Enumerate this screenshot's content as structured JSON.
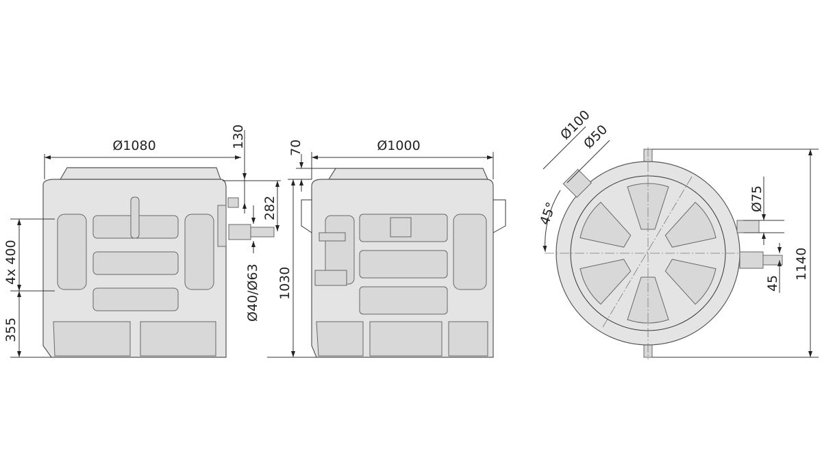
{
  "views": {
    "side_left": {
      "diameter": "Ø1080",
      "top_offset": "130",
      "inlet_height": "282",
      "pipe_diameter": "Ø40/Ø63",
      "rib_spacing": "4x 400",
      "base_height": "355"
    },
    "side_front": {
      "lid_height": "70",
      "diameter": "Ø1000",
      "total_height": "1030"
    },
    "top": {
      "inlet_outer": "Ø100",
      "inlet_inner": "Ø50",
      "angle": "45°",
      "outlet_diameter": "Ø75",
      "offset": "45",
      "total_width": "1140"
    }
  },
  "colors": {
    "body": "#e4e4e4",
    "line": "#333333"
  }
}
